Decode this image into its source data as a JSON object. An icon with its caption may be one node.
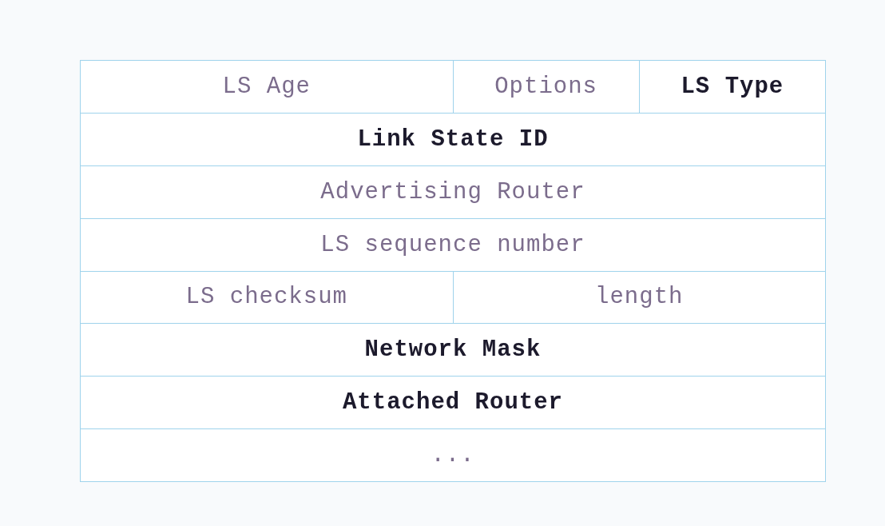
{
  "diagram": {
    "nodes": [
      {
        "text": [
          "LS Age"
        ]
      },
      {
        "text": [
          "Options"
        ]
      },
      {
        "text": [
          "LS Type"
        ]
      },
      {
        "text": [
          "Link State ID"
        ]
      },
      {
        "text": [
          "Advertising Router"
        ]
      },
      {
        "text": [
          "LS sequence number"
        ]
      },
      {
        "text": [
          "LS checksum"
        ]
      },
      {
        "text": [
          "length"
        ]
      },
      {
        "text": [
          "Network Mask"
        ]
      },
      {
        "text": [
          "Attached Router"
        ]
      },
      {
        "text": [
          "..."
        ]
      }
    ]
  }
}
